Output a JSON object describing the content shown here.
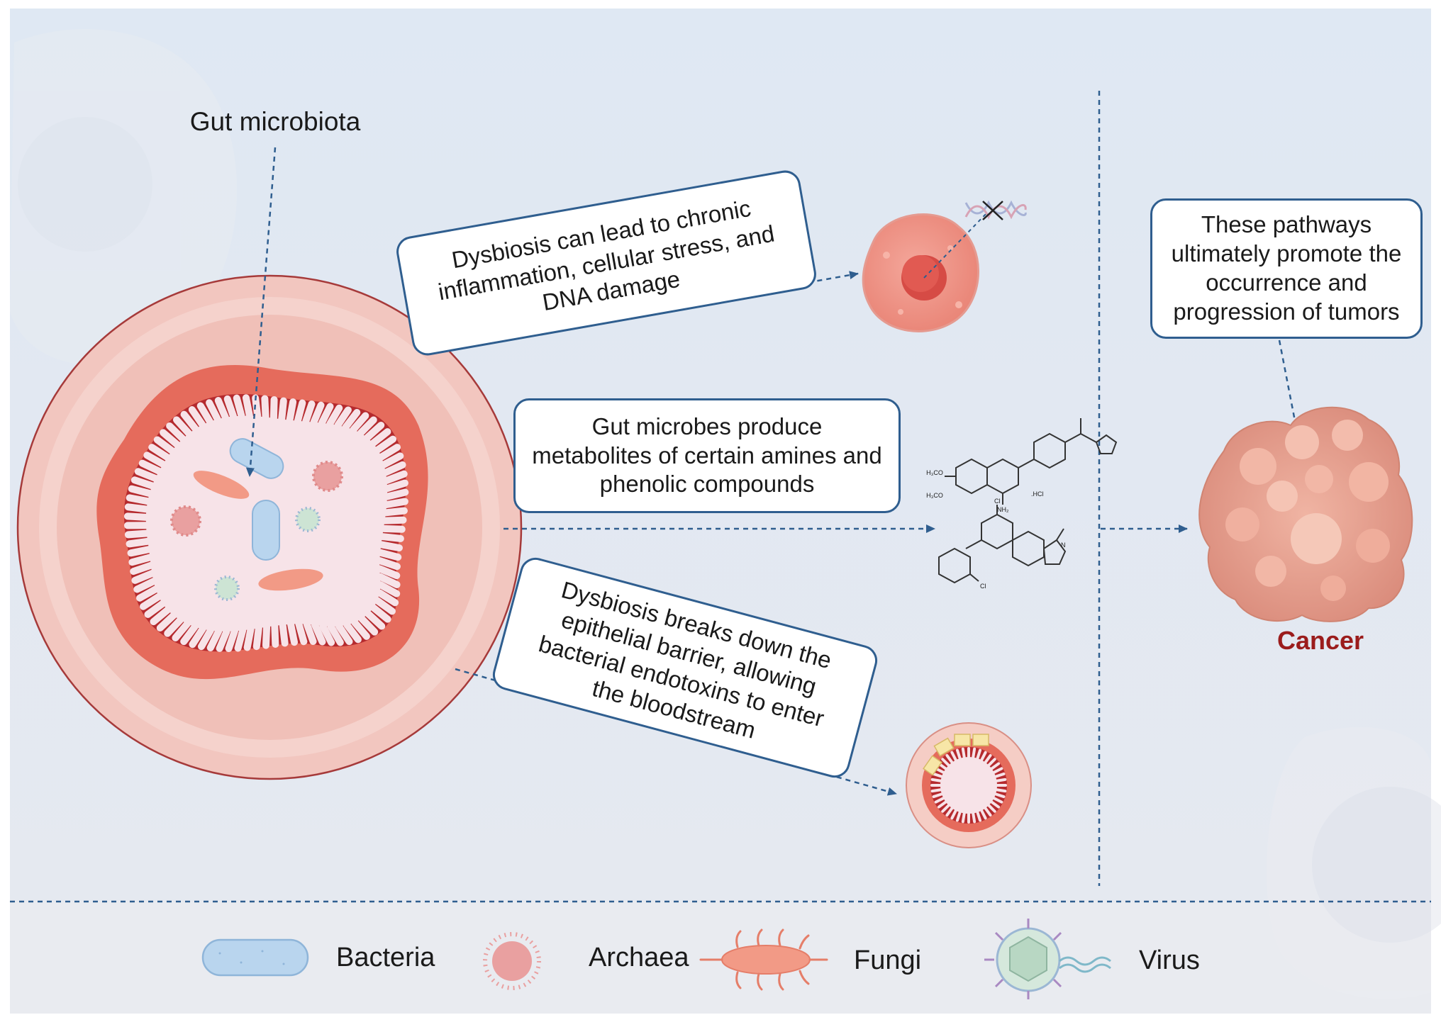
{
  "title": "Gut microbiota",
  "boxes": {
    "inflammation": "Dysbiosis can lead to chronic inflammation, cellular stress, and DNA damage",
    "metabolites": "Gut microbes produce metabolites of certain amines and phenolic compounds",
    "barrier": "Dysbiosis breaks down the epithelial barrier, allowing bacterial endotoxins to enter the bloodstream",
    "pathways": "These pathways ultimately promote the occurrence and progression of tumors"
  },
  "cancer_label": "Cancer",
  "chem": {
    "h3co_1": "H₃CO",
    "h3co_2": "H₃CO",
    "nh2": "NH₂",
    "hcl": ".HCl",
    "cl_1": "Cl",
    "cl_2": "Cl",
    "n_label": "N"
  },
  "legend": [
    {
      "label": "Bacteria",
      "icon": "bacteria-icon"
    },
    {
      "label": "Archaea",
      "icon": "archaea-icon"
    },
    {
      "label": "Fungi",
      "icon": "fungi-icon"
    },
    {
      "label": "Virus",
      "icon": "virus-icon"
    }
  ],
  "colors": {
    "background": "#dfe6f1",
    "legend_bg": "#e9ebf0",
    "arrow": "#2f5e8f",
    "box_border": "#2f5e8f",
    "cancer_text": "#9b1c1c",
    "gut_outer": "#f2c9c2",
    "gut_red": "#e56b5c",
    "gut_dark": "#b52a2e"
  }
}
